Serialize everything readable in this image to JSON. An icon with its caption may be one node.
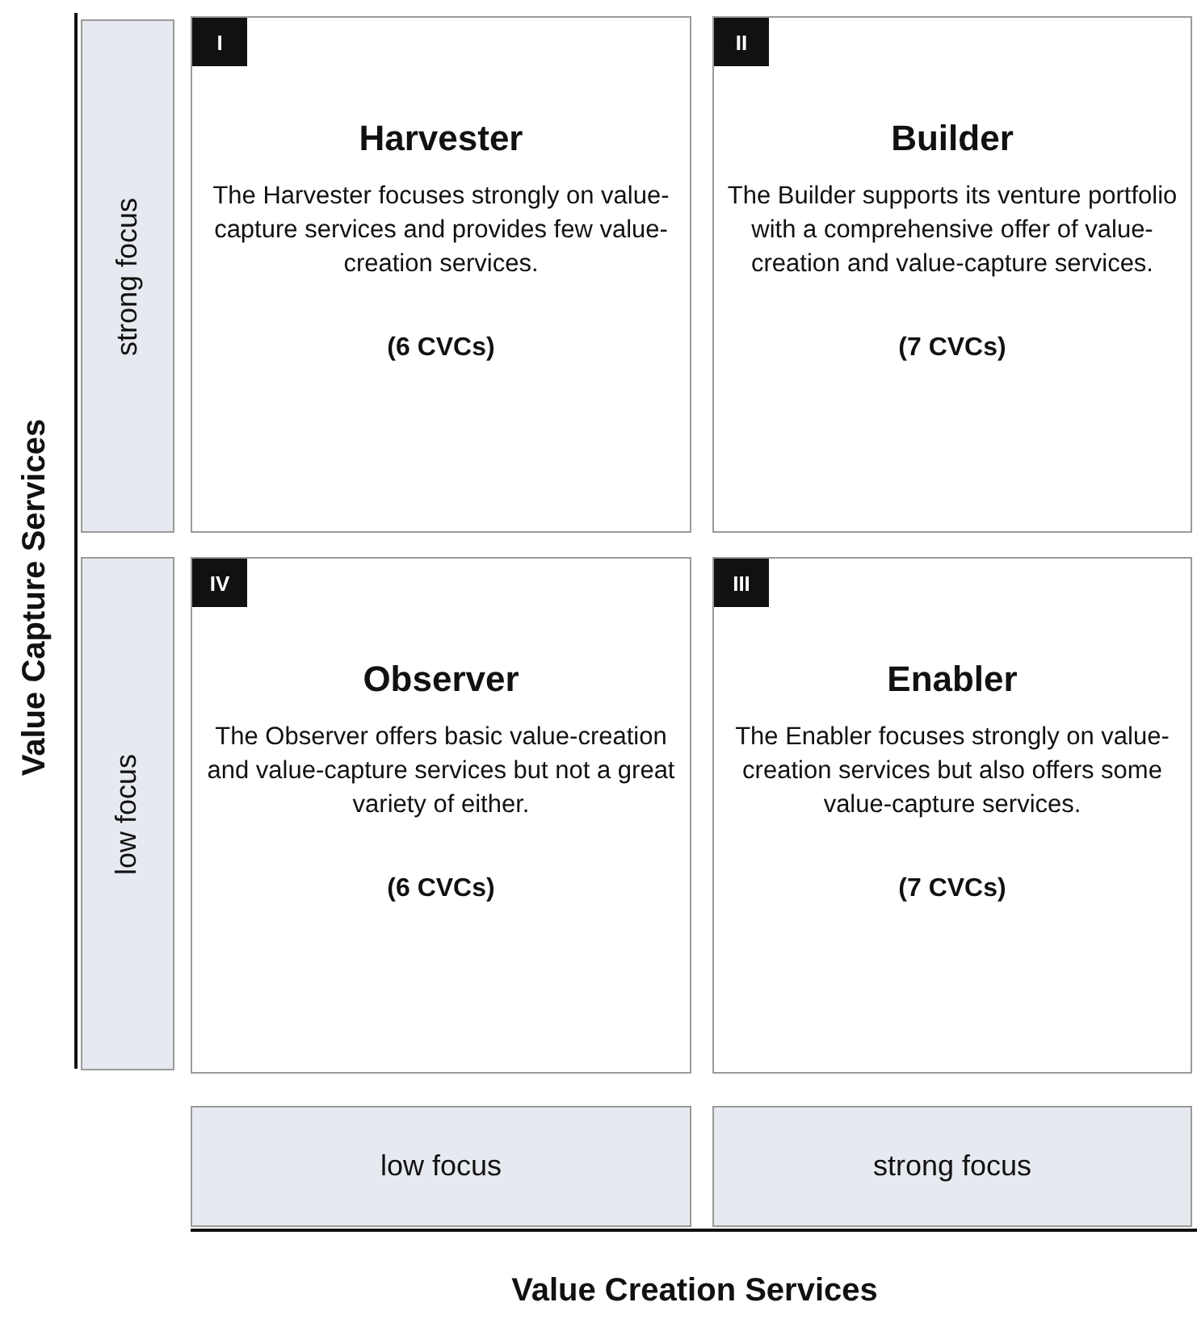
{
  "diagram": {
    "nodes": [
      {
        "text": [
          "strong focus"
        ]
      },
      {
        "text": [
          "I",
          "Harvester",
          "The Harvester focuses strongly on value-capture services and provides few value-creation services.",
          "(6 CVCs)"
        ]
      },
      {
        "text": [
          "II",
          "Builder",
          "The Builder supports its venture portfolio with a comprehensive offer of value-creation and value-capture services.",
          "(7 CVCs)"
        ]
      },
      {
        "text": [
          "low focus"
        ]
      },
      {
        "text": [
          "IV",
          "Observer",
          "The Observer offers basic value-creation and value-capture services but not a great variety of either.",
          "(6 CVCs)"
        ]
      },
      {
        "text": [
          "III",
          "Enabler",
          "The Enabler focuses strongly on value-creation services but also offers some value-capture services.",
          "(7 CVCs)"
        ]
      },
      {
        "text": [
          "low focus"
        ]
      },
      {
        "text": [
          "strong focus"
        ]
      }
    ],
    "edges": [],
    "labels": [
      "Value Capture Services",
      "Value Creation Services"
    ]
  }
}
